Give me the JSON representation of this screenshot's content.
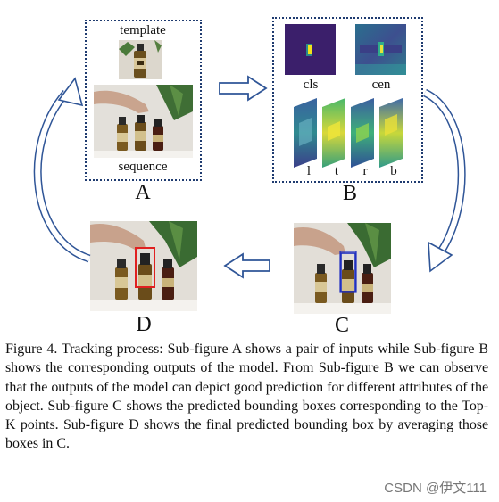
{
  "diagram": {
    "box_a": {
      "template_label": "template",
      "sequence_label": "sequence",
      "letter": "A"
    },
    "box_b": {
      "cls_label": "cls",
      "cen_label": "cen",
      "ltrb_labels": [
        "l",
        "t",
        "r",
        "b"
      ],
      "letter": "B"
    },
    "panel_c": {
      "letter": "C"
    },
    "panel_d": {
      "letter": "D"
    }
  },
  "caption": "Figure 4. Tracking process: Sub-figure A shows a pair of inputs while Sub-figure B shows the corresponding outputs of the model. From Sub-figure B we can observe that the outputs of the model can depict good prediction for different attributes of the object. Sub-figure C shows the predicted bounding boxes corresponding to the Top-K points. Sub-figure D shows the final predicted bounding box by averaging those boxes in C.",
  "watermark": "CSDN @伊文111",
  "colors": {
    "box_border": "#1f3b70",
    "bbox_red": "#e02020",
    "bbox_blue": "#2030c0",
    "arrow": "#2f5597"
  }
}
